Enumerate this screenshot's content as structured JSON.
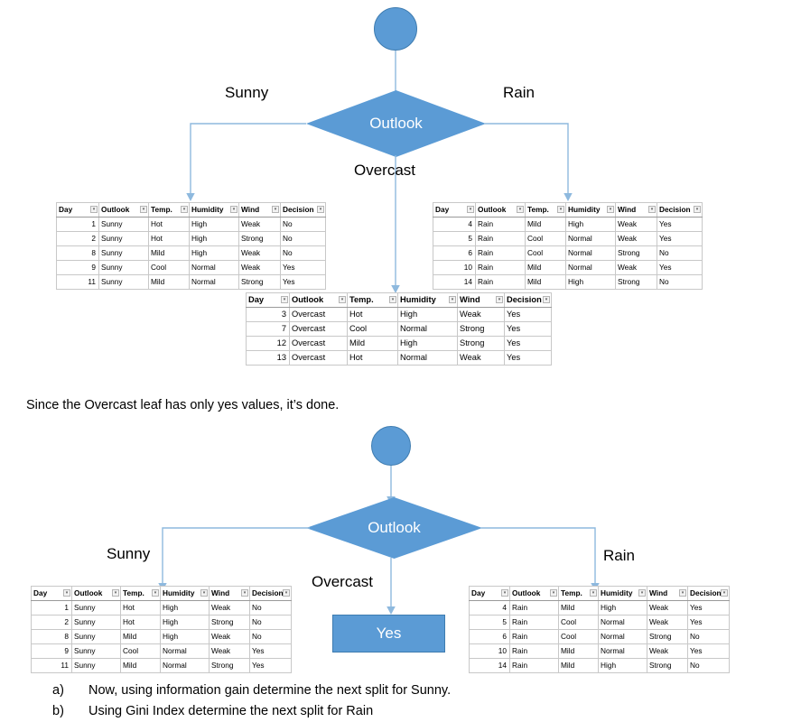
{
  "colors": {
    "node_fill": "#5B9BD5",
    "node_border": "#3E7CB0",
    "connector": "#8EB9DE",
    "table_grid": "#c8c8c8",
    "text": "#000000"
  },
  "table_columns": [
    "Day",
    "Outlook",
    "Temp.",
    "Humidity",
    "Wind",
    "Decision"
  ],
  "diagram_top": {
    "root_node": {
      "shape": "circle",
      "label": ""
    },
    "decision_node": {
      "shape": "diamond",
      "label": "Outlook"
    },
    "edges": [
      {
        "name": "sunny",
        "label": "Sunny"
      },
      {
        "name": "overcast",
        "label": "Overcast"
      },
      {
        "name": "rain",
        "label": "Rain"
      }
    ],
    "tables": {
      "sunny": {
        "columns": [
          "Day",
          "Outlook",
          "Temp.",
          "Humidity",
          "Wind",
          "Decision"
        ],
        "rows": [
          [
            "1",
            "Sunny",
            "Hot",
            "High",
            "Weak",
            "No"
          ],
          [
            "2",
            "Sunny",
            "Hot",
            "High",
            "Strong",
            "No"
          ],
          [
            "8",
            "Sunny",
            "Mild",
            "High",
            "Weak",
            "No"
          ],
          [
            "9",
            "Sunny",
            "Cool",
            "Normal",
            "Weak",
            "Yes"
          ],
          [
            "11",
            "Sunny",
            "Mild",
            "Normal",
            "Strong",
            "Yes"
          ]
        ]
      },
      "rain": {
        "columns": [
          "Day",
          "Outlook",
          "Temp.",
          "Humidity",
          "Wind",
          "Decision"
        ],
        "rows": [
          [
            "4",
            "Rain",
            "Mild",
            "High",
            "Weak",
            "Yes"
          ],
          [
            "5",
            "Rain",
            "Cool",
            "Normal",
            "Weak",
            "Yes"
          ],
          [
            "6",
            "Rain",
            "Cool",
            "Normal",
            "Strong",
            "No"
          ],
          [
            "10",
            "Rain",
            "Mild",
            "Normal",
            "Weak",
            "Yes"
          ],
          [
            "14",
            "Rain",
            "Mild",
            "High",
            "Strong",
            "No"
          ]
        ]
      },
      "overcast": {
        "columns": [
          "Day",
          "Outlook",
          "Temp.",
          "Humidity",
          "Wind",
          "Decision"
        ],
        "rows": [
          [
            "3",
            "Overcast",
            "Hot",
            "High",
            "Weak",
            "Yes"
          ],
          [
            "7",
            "Overcast",
            "Cool",
            "Normal",
            "Strong",
            "Yes"
          ],
          [
            "12",
            "Overcast",
            "Mild",
            "High",
            "Strong",
            "Yes"
          ],
          [
            "13",
            "Overcast",
            "Hot",
            "Normal",
            "Weak",
            "Yes"
          ]
        ]
      }
    }
  },
  "note": "Since the Overcast leaf has only yes values, it’s done.",
  "diagram_bottom": {
    "root_node": {
      "shape": "circle",
      "label": ""
    },
    "decision_node": {
      "shape": "diamond",
      "label": "Outlook"
    },
    "leaf_node": {
      "shape": "rectangle",
      "label": "Yes"
    },
    "edges": [
      {
        "name": "sunny",
        "label": "Sunny"
      },
      {
        "name": "overcast",
        "label": "Overcast"
      },
      {
        "name": "rain",
        "label": "Rain"
      }
    ],
    "tables": {
      "sunny": {
        "columns": [
          "Day",
          "Outlook",
          "Temp.",
          "Humidity",
          "Wind",
          "Decision"
        ],
        "rows": [
          [
            "1",
            "Sunny",
            "Hot",
            "High",
            "Weak",
            "No"
          ],
          [
            "2",
            "Sunny",
            "Hot",
            "High",
            "Strong",
            "No"
          ],
          [
            "8",
            "Sunny",
            "Mild",
            "High",
            "Weak",
            "No"
          ],
          [
            "9",
            "Sunny",
            "Cool",
            "Normal",
            "Weak",
            "Yes"
          ],
          [
            "11",
            "Sunny",
            "Mild",
            "Normal",
            "Strong",
            "Yes"
          ]
        ]
      },
      "rain": {
        "columns": [
          "Day",
          "Outlook",
          "Temp.",
          "Humidity",
          "Wind",
          "Decision"
        ],
        "rows": [
          [
            "4",
            "Rain",
            "Mild",
            "High",
            "Weak",
            "Yes"
          ],
          [
            "5",
            "Rain",
            "Cool",
            "Normal",
            "Weak",
            "Yes"
          ],
          [
            "6",
            "Rain",
            "Cool",
            "Normal",
            "Strong",
            "No"
          ],
          [
            "10",
            "Rain",
            "Mild",
            "Normal",
            "Weak",
            "Yes"
          ],
          [
            "14",
            "Rain",
            "Mild",
            "High",
            "Strong",
            "No"
          ]
        ]
      }
    }
  },
  "questions": [
    {
      "marker": "a)",
      "text": "Now, using information gain determine the next split for Sunny."
    },
    {
      "marker": "b)",
      "text": "Using Gini Index determine the next split for Rain"
    }
  ]
}
